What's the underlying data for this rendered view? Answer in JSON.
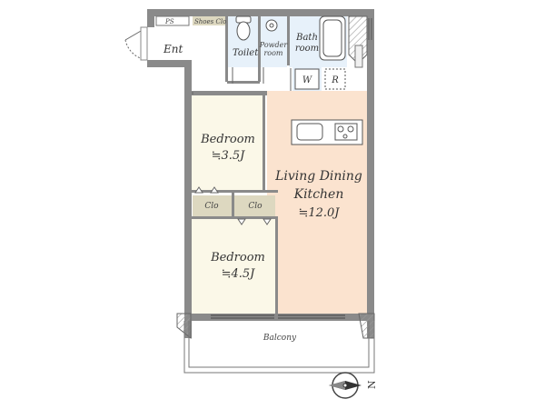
{
  "rooms": {
    "ps": "PS",
    "shoes_clo": "Shoes Clo",
    "entrance": "Ent",
    "toilet": "Toilet",
    "powder_line1": "Powder",
    "powder_line2": "room",
    "bath_line1": "Bath",
    "bath_line2": "room",
    "washer": "W",
    "fridge": "R",
    "bedroom1_name": "Bedroom",
    "bedroom1_size": "≒3.5J",
    "bedroom2_name": "Bedroom",
    "bedroom2_size": "≒4.5J",
    "clo_left": "Clo",
    "clo_right": "Clo",
    "ldk_line1": "Living Dining",
    "ldk_line2": "Kitchen",
    "ldk_size": "≒12.0J",
    "balcony": "Balcony"
  },
  "compass": {
    "north": "N"
  },
  "colors": {
    "wall": "#8a8a8a",
    "ldk_floor": "#fbe3cf",
    "bedroom_floor": "#fbf8e8",
    "wet_floor": "#e7f1fa",
    "closet_floor": "#ddd8c0"
  }
}
